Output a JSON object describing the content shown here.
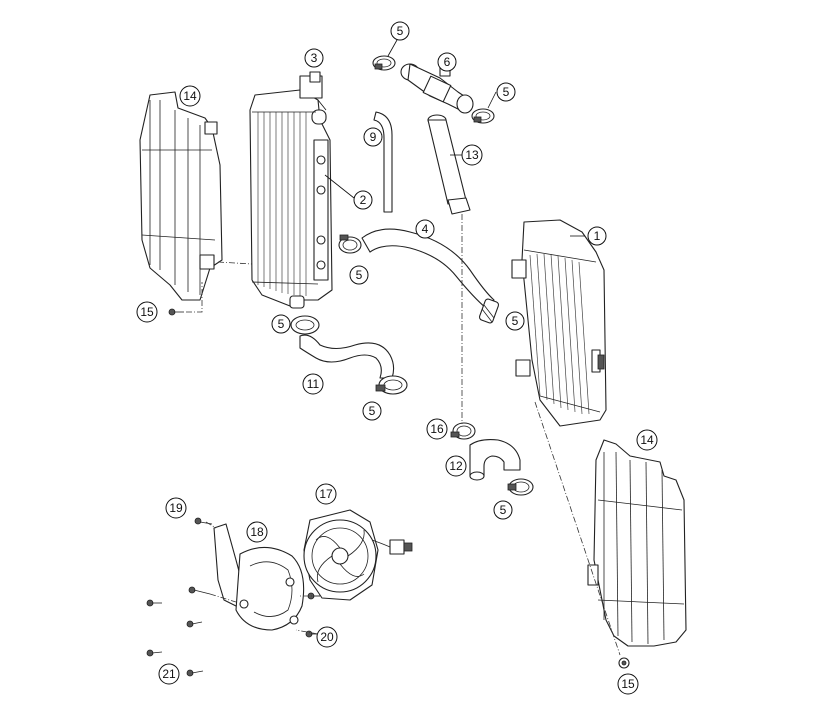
{
  "callouts": [
    {
      "id": "c1",
      "label": "1"
    },
    {
      "id": "c2",
      "label": "2"
    },
    {
      "id": "c3",
      "label": "3"
    },
    {
      "id": "c4",
      "label": "4"
    },
    {
      "id": "c5a",
      "label": "5"
    },
    {
      "id": "c5b",
      "label": "5"
    },
    {
      "id": "c5c",
      "label": "5"
    },
    {
      "id": "c5d",
      "label": "5"
    },
    {
      "id": "c5e",
      "label": "5"
    },
    {
      "id": "c5f",
      "label": "5"
    },
    {
      "id": "c5g",
      "label": "5"
    },
    {
      "id": "c6",
      "label": "6"
    },
    {
      "id": "c9",
      "label": "9"
    },
    {
      "id": "c11",
      "label": "11"
    },
    {
      "id": "c12",
      "label": "12"
    },
    {
      "id": "c13",
      "label": "13"
    },
    {
      "id": "c14a",
      "label": "14"
    },
    {
      "id": "c14b",
      "label": "14"
    },
    {
      "id": "c15a",
      "label": "15"
    },
    {
      "id": "c15b",
      "label": "15"
    },
    {
      "id": "c16",
      "label": "16"
    },
    {
      "id": "c17",
      "label": "17"
    },
    {
      "id": "c18",
      "label": "18"
    },
    {
      "id": "c19",
      "label": "19"
    },
    {
      "id": "c20",
      "label": "20"
    },
    {
      "id": "c21",
      "label": "21"
    }
  ]
}
